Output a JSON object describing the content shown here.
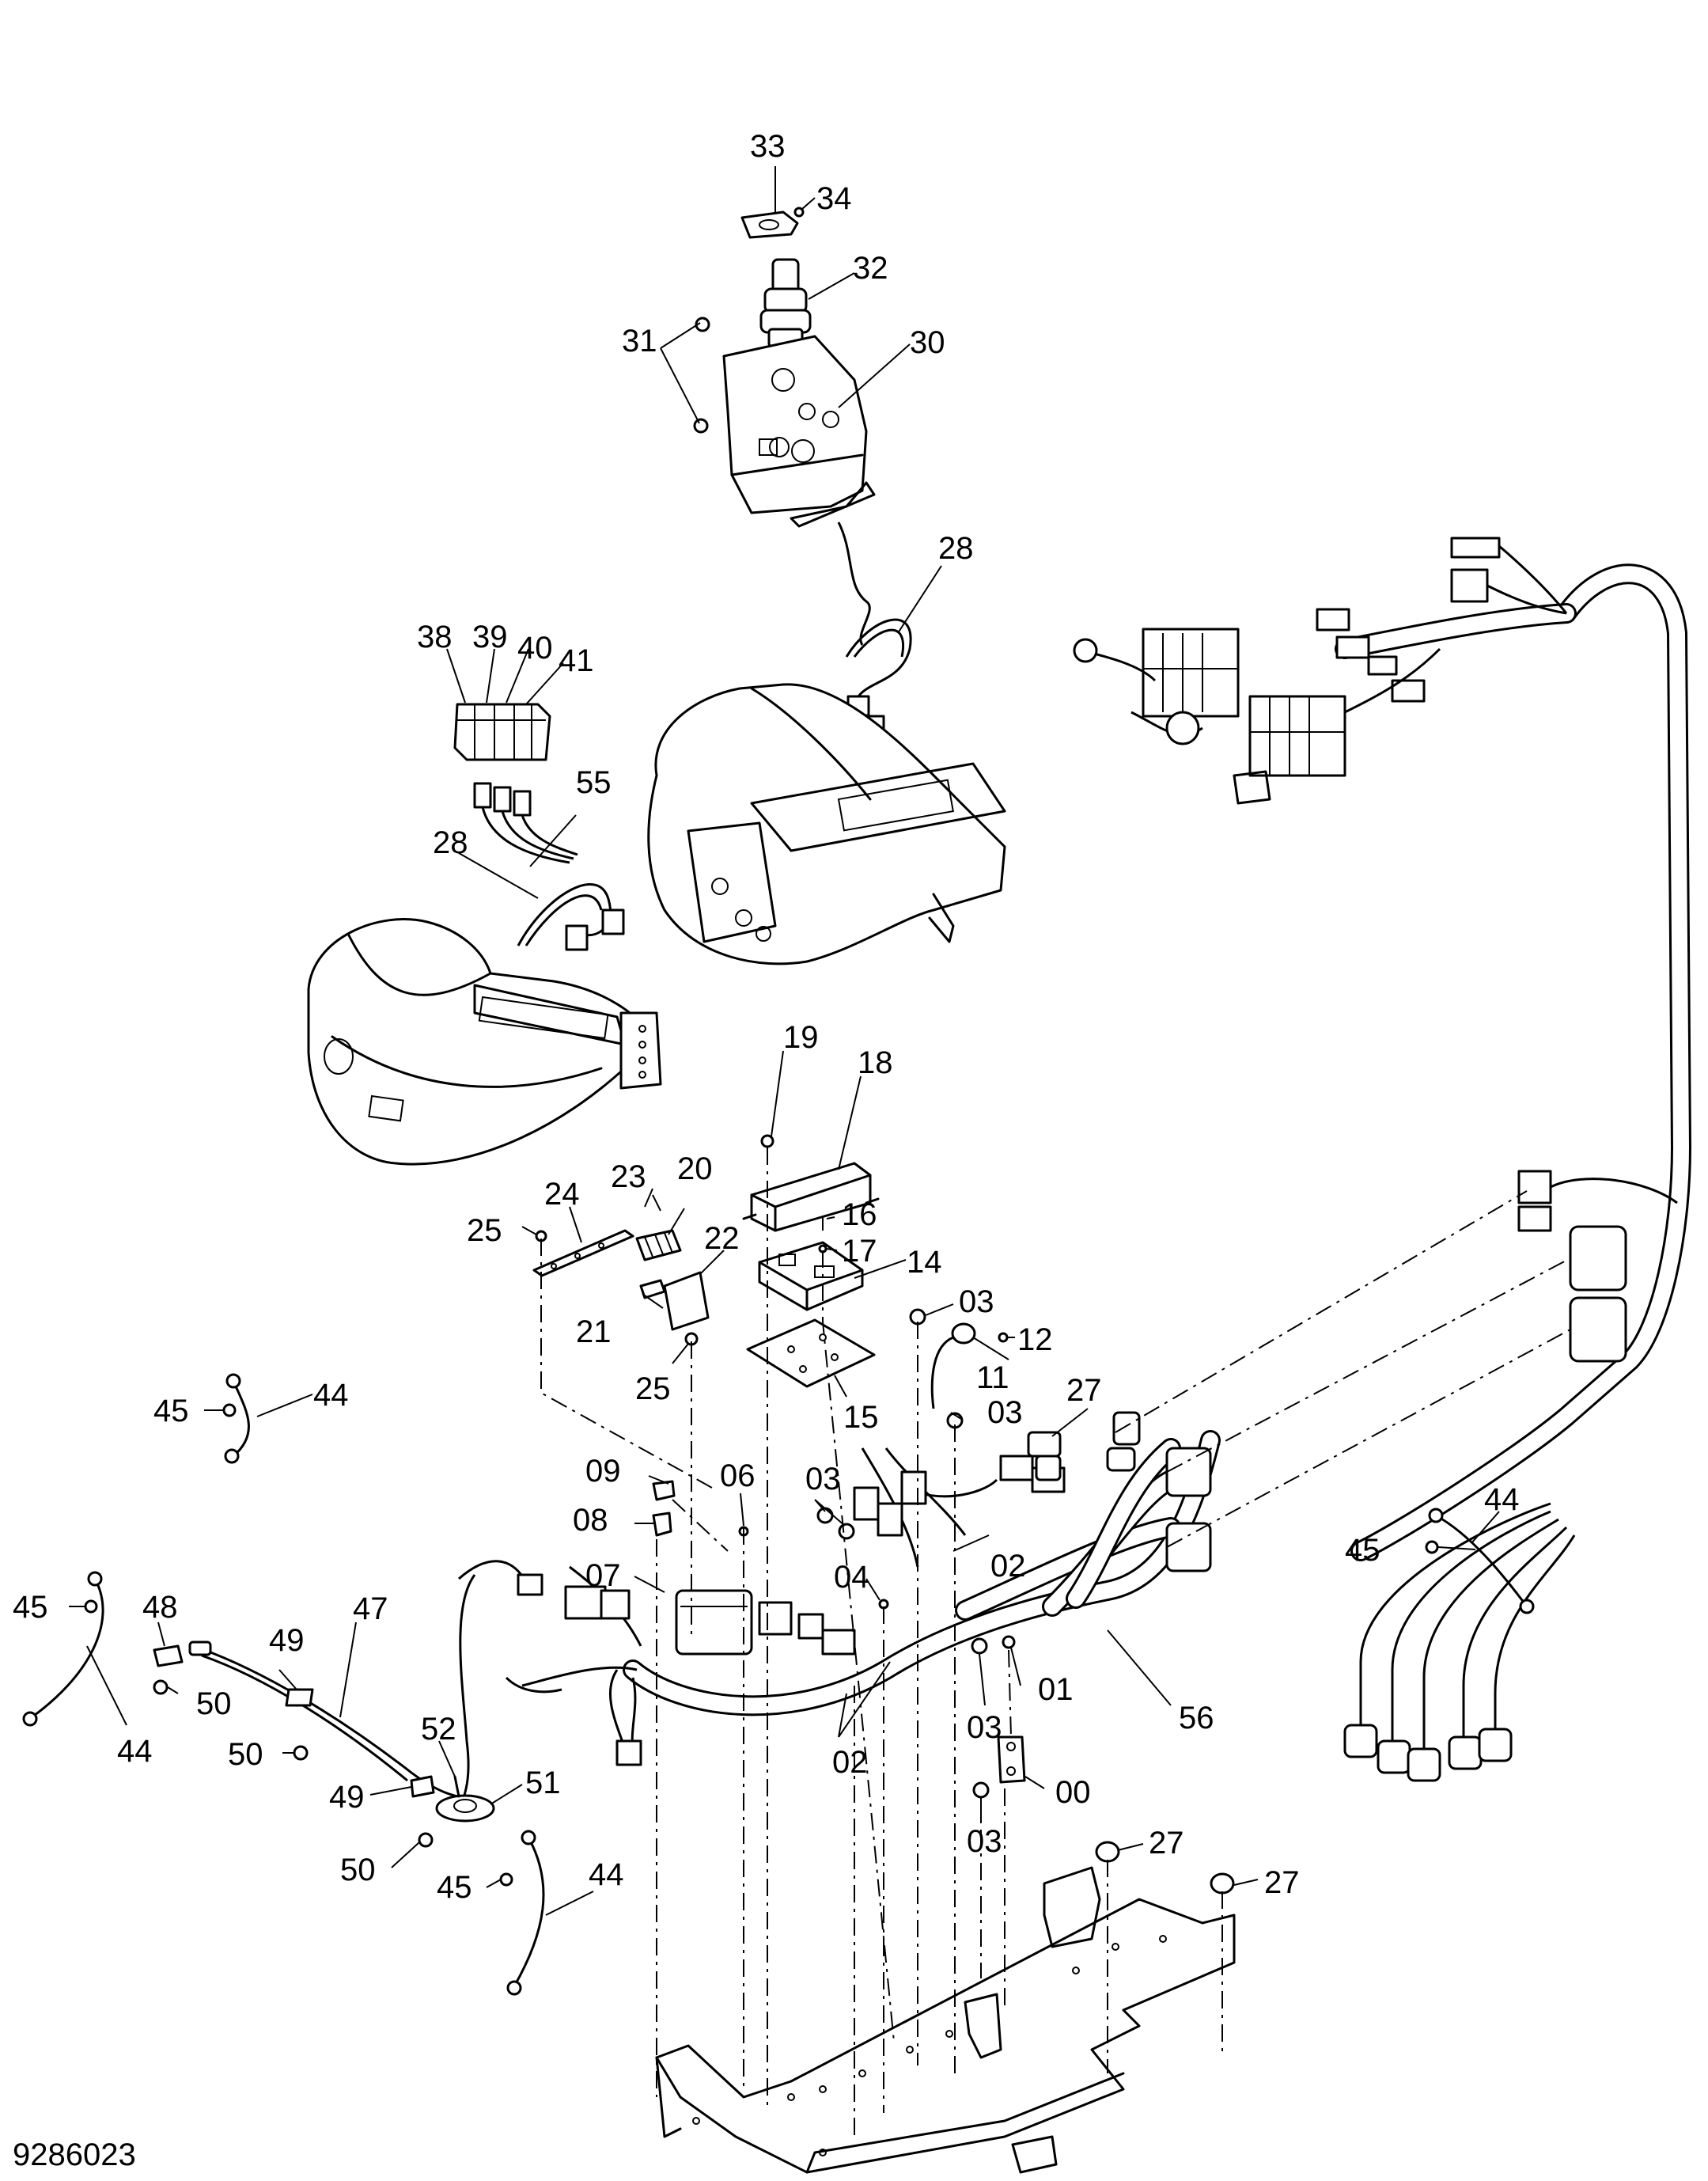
{
  "figure_number": "9286023",
  "callouts": {
    "c00": "00",
    "c01": "01",
    "c02": "02",
    "c03": "03",
    "c04": "04",
    "c06": "06",
    "c07": "07",
    "c08": "08",
    "c09": "09",
    "c11": "11",
    "c12": "12",
    "c14": "14",
    "c15": "15",
    "c16": "16",
    "c17": "17",
    "c18": "18",
    "c19": "19",
    "c20": "20",
    "c21": "21",
    "c22": "22",
    "c23": "23",
    "c24": "24",
    "c25": "25",
    "c27": "27",
    "c28": "28",
    "c30": "30",
    "c31": "31",
    "c32": "32",
    "c33": "33",
    "c34": "34",
    "c38": "38",
    "c39": "39",
    "c40": "40",
    "c41": "41",
    "c44": "44",
    "c45": "45",
    "c47": "47",
    "c48": "48",
    "c49": "49",
    "c50": "50",
    "c51": "51",
    "c52": "52",
    "c55": "55",
    "c56": "56"
  }
}
